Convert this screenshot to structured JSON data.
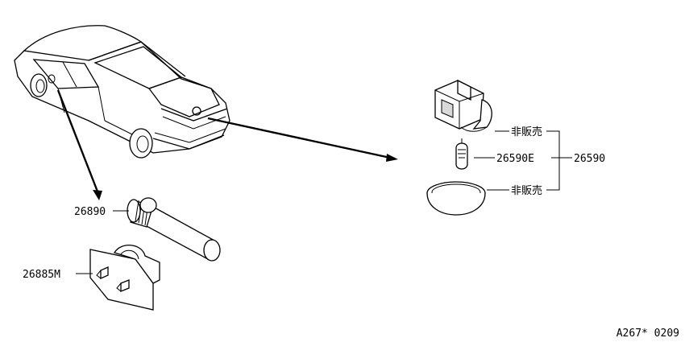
{
  "labels": {
    "part_26890": "26890",
    "part_26885m": "26885M",
    "not_sold_top": "非販売",
    "part_26590e": "26590E",
    "part_26590": "26590",
    "not_sold_bottom": "非販売"
  },
  "diagram_code": "A267* 0209"
}
